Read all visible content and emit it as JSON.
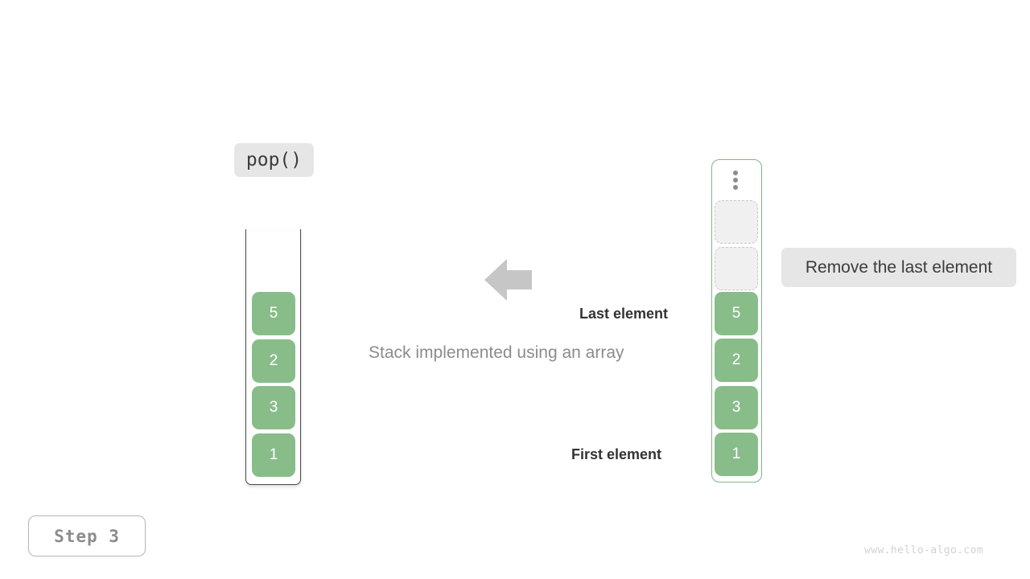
{
  "operation": {
    "label": "pop()"
  },
  "subtitle": "Stack implemented using an array",
  "annotations": {
    "last_element": "Last element",
    "first_element": "First element",
    "note": "Remove the last element"
  },
  "arrow": {
    "direction": "left",
    "color": "#c6c6c6"
  },
  "left_stack": {
    "name": "Stack",
    "style": "open-top container",
    "border_color": "#4a4a4a",
    "cells": [
      {
        "value": "5",
        "state": "filled"
      },
      {
        "value": "2",
        "state": "filled"
      },
      {
        "value": "3",
        "state": "filled"
      },
      {
        "value": "1",
        "state": "filled"
      }
    ]
  },
  "right_stack": {
    "name": "Array",
    "style": "bordered container",
    "border_color": "#7fb685",
    "overflow_indicator": "vertical-ellipsis",
    "cells": [
      {
        "value": "",
        "state": "empty"
      },
      {
        "value": "",
        "state": "empty"
      },
      {
        "value": "5",
        "state": "filled"
      },
      {
        "value": "2",
        "state": "filled"
      },
      {
        "value": "3",
        "state": "filled"
      },
      {
        "value": "1",
        "state": "filled"
      }
    ]
  },
  "step_badge": "Step 3",
  "watermark": "www.hello-algo.com",
  "colors": {
    "element_fill": "#88bd8a",
    "empty_fill": "#f0f0f0",
    "empty_border": "#c9c9c9",
    "chip_bg": "#e6e6e6",
    "text_dark": "#333333",
    "text_muted": "#8c8c8c"
  }
}
